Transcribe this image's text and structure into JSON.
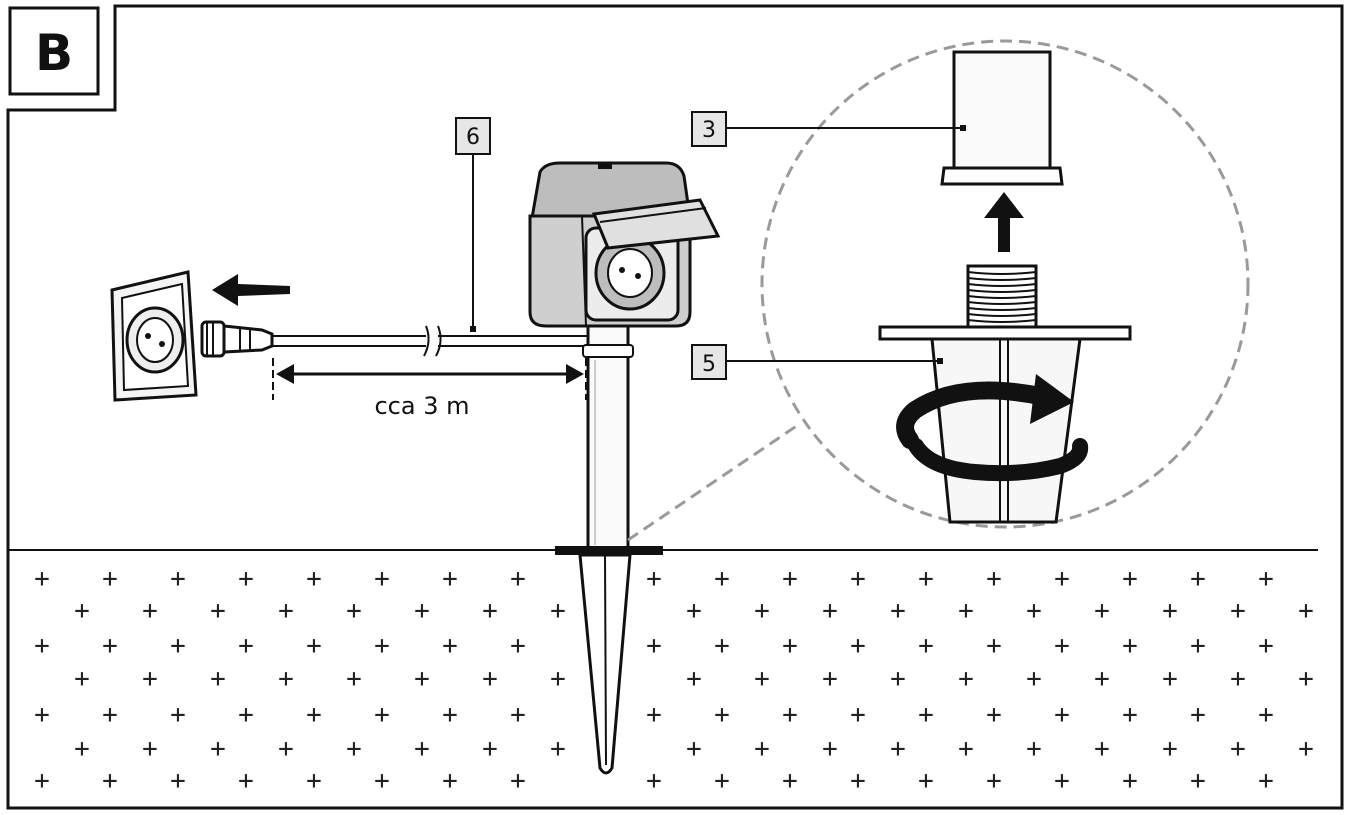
{
  "panel": {
    "letter": "B"
  },
  "callouts": [
    {
      "id": "cable",
      "number": "6"
    },
    {
      "id": "socket-pole",
      "number": "3"
    },
    {
      "id": "ground-spike",
      "number": "5"
    }
  ],
  "dimension": {
    "label": "cca 3 m"
  },
  "colors": {
    "line": "#111111",
    "detail_circle": "#9a9a9a",
    "callout_fill": "#e6e6e6",
    "fill_light": "#f2f2f2"
  },
  "icons": [
    "unplug-arrow-icon",
    "lift-arrow-icon",
    "rotate-arrow-icon",
    "wall-socket-icon",
    "plug-icon",
    "garden-socket-icon"
  ]
}
